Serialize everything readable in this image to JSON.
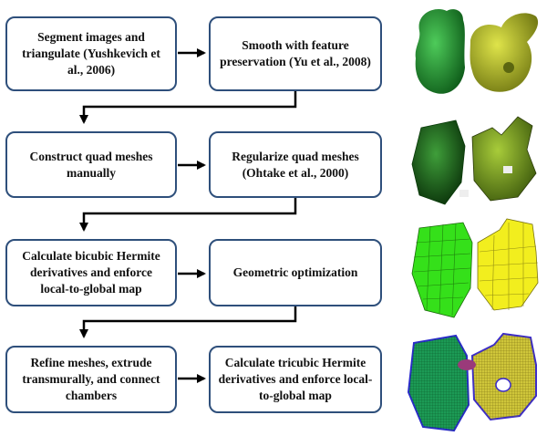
{
  "steps": [
    {
      "row": 1,
      "left": "Segment images and triangulate (Yushkevich et al., 2006)",
      "right": "Smooth with feature preservation (Yu et al., 2008)"
    },
    {
      "row": 2,
      "left": "Construct quad meshes manually",
      "right": "Regularize quad meshes (Ohtake et al., 2000)"
    },
    {
      "row": 3,
      "left": "Calculate bicubic Hermite derivatives and enforce local-to-global map",
      "right": "Geometric optimization"
    },
    {
      "row": 4,
      "left": "Refine meshes, extrude transmurally, and connect chambers",
      "right": "Calculate tricubic Hermite derivatives and enforce local-to-global map"
    }
  ],
  "renderings": [
    {
      "stage": "triangulated-surface",
      "left_color": "#1f9a2f",
      "right_color": "#b7c21a"
    },
    {
      "stage": "quad-mesh",
      "left_color": "#1d6e1d",
      "right_color": "#6f9a1e"
    },
    {
      "stage": "hermite-surface",
      "left_color": "#3de01c",
      "right_color": "#f2ee1e"
    },
    {
      "stage": "tricubic-volume-mesh",
      "left_color": "#1c9a55",
      "right_color": "#cfc63a"
    }
  ],
  "colors": {
    "box_border": "#2e4f7b",
    "arrow": "#000000"
  }
}
